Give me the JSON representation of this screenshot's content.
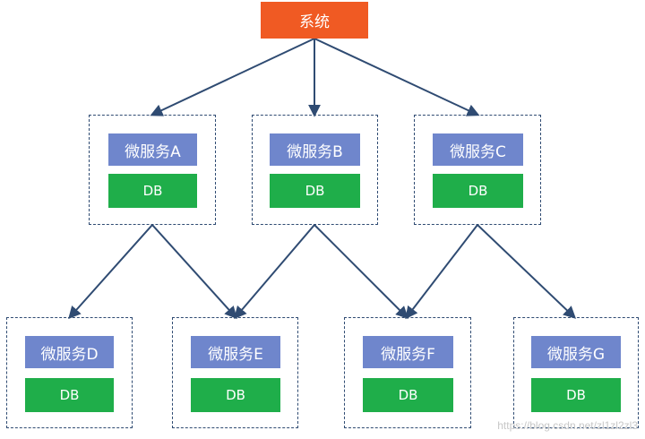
{
  "diagram": {
    "root": {
      "label": "系统"
    },
    "services": {
      "a": {
        "label": "微服务A",
        "db": "DB"
      },
      "b": {
        "label": "微服务B",
        "db": "DB"
      },
      "c": {
        "label": "微服务C",
        "db": "DB"
      },
      "d": {
        "label": "微服务D",
        "db": "DB"
      },
      "e": {
        "label": "微服务E",
        "db": "DB"
      },
      "f": {
        "label": "微服务F",
        "db": "DB"
      },
      "g": {
        "label": "微服务G",
        "db": "DB"
      }
    },
    "connections": [
      {
        "from": "root",
        "to": "a"
      },
      {
        "from": "root",
        "to": "b"
      },
      {
        "from": "root",
        "to": "c"
      },
      {
        "from": "a",
        "to": "d"
      },
      {
        "from": "a",
        "to": "e"
      },
      {
        "from": "b",
        "to": "e"
      },
      {
        "from": "b",
        "to": "f"
      },
      {
        "from": "c",
        "to": "f"
      },
      {
        "from": "c",
        "to": "g"
      }
    ],
    "colors": {
      "root": "#f05a23",
      "service": "#6f86cc",
      "database": "#1fae4a",
      "group_border": "#2f4b72",
      "edge": "#2f4b72"
    },
    "watermark": "https://blog.csdn.net/zl1zl2zl3"
  }
}
